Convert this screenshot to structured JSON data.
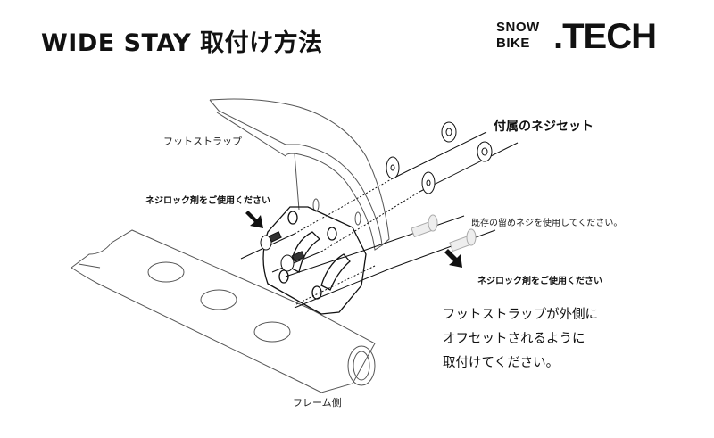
{
  "title": "WIDE STAY 取付け方法",
  "logo": {
    "line1": "SNOW",
    "line2": "BIKE",
    "big": ".TECH"
  },
  "labels": {
    "footstrap": "フットストラップ",
    "included_screws": "付属のネジセット",
    "threadlock_left": "ネジロック剤をご使用ください",
    "existing_screws": "既存の留めネジを使用してください。",
    "threadlock_right": "ネジロック剤をご使用ください",
    "frame_side": "フレーム側"
  },
  "note": [
    "フットストラップが外側に",
    "オフセットされるように",
    "取付けてください。"
  ]
}
